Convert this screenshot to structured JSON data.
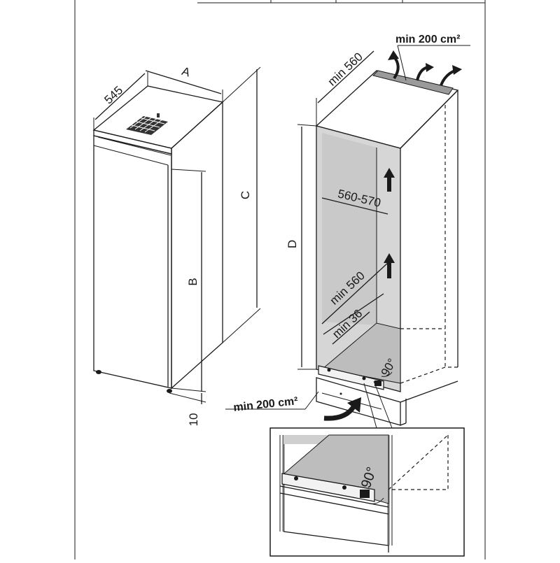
{
  "left_appliance": {
    "depth": "545",
    "width": "A",
    "height": "C",
    "door_height": "B",
    "gap": "10"
  },
  "right_niche": {
    "top_depth": "min 560",
    "top_vent": "min 200 cm²",
    "niche_height": "D",
    "niche_width": "560-570",
    "side_depth": "min 560",
    "recess": "min 36",
    "angle": "90°",
    "bottom_vent": "min 200 cm²"
  },
  "detail": {
    "angle": "90°"
  },
  "colors": {
    "line": "#1a1a1a",
    "panel_fill": "#d6d6d6",
    "shelf_fill": "#bdbdbd",
    "frame": "#6b6b6b"
  }
}
